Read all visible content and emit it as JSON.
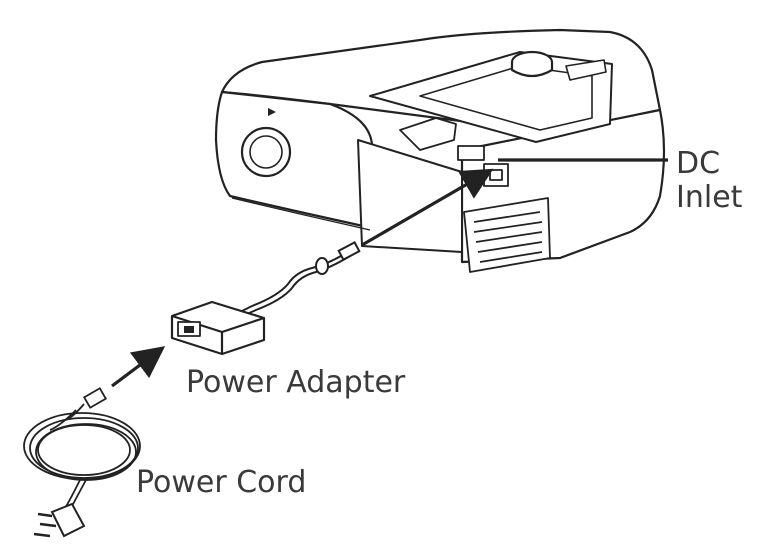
{
  "labels": {
    "dc_inlet_line1": "DC",
    "dc_inlet_line2": "Inlet",
    "power_adapter": "Power Adapter",
    "power_cord": "Power Cord"
  },
  "colors": {
    "stroke": "#222222",
    "label": "#3a3a3a",
    "background": "#ffffff"
  }
}
